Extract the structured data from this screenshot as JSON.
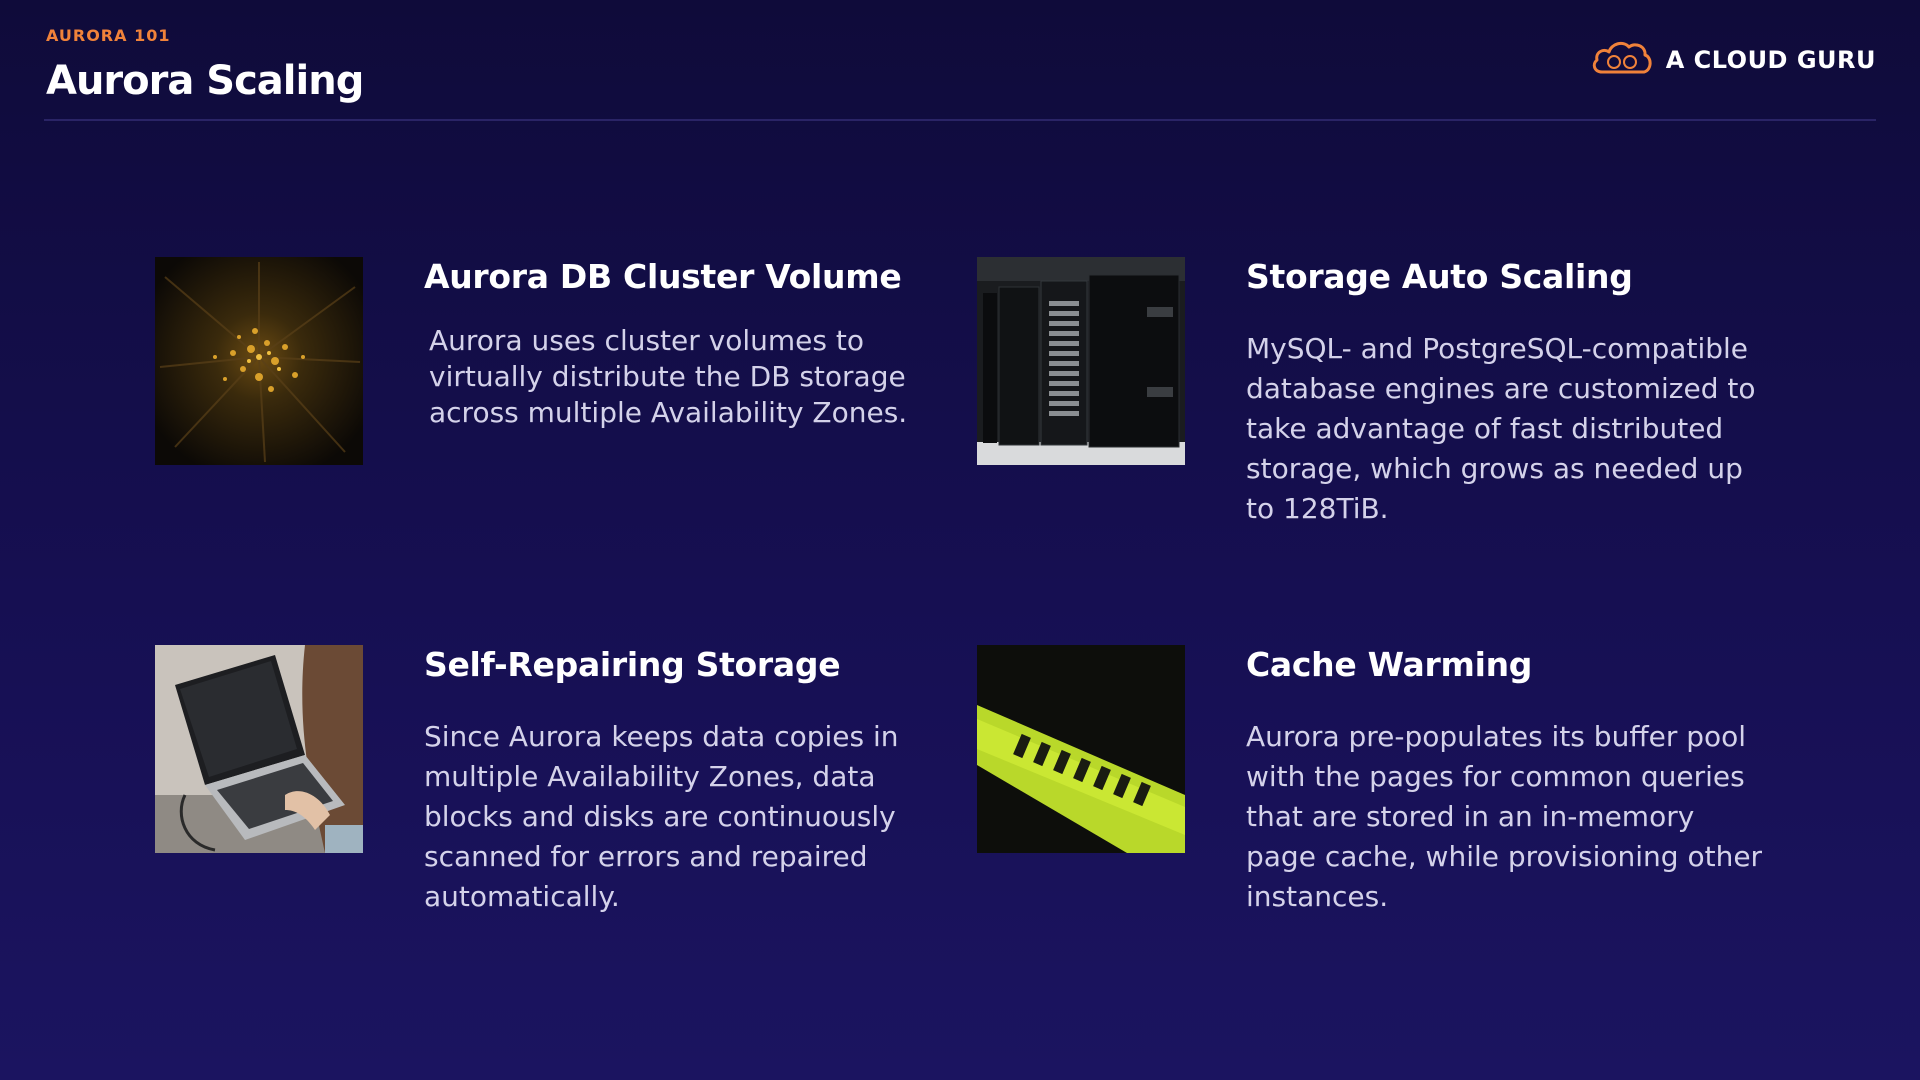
{
  "header": {
    "eyebrow": "AURORA 101",
    "title": "Aurora Scaling",
    "brand_name": "A CLOUD GURU"
  },
  "colors": {
    "accent": "#f0823a",
    "background": "#130d48",
    "body_text": "#d4d2ea"
  },
  "cards": [
    {
      "heading": "Aurora DB Cluster Volume",
      "body": "Aurora uses cluster volumes to virtually distribute the DB storage across multiple Availability Zones.",
      "image": "abstract-orange-particles"
    },
    {
      "heading": "Storage Auto Scaling",
      "body": "MySQL- and PostgreSQL-compatible database engines are customized to take advantage of fast distributed storage, which grows as needed up to 128TiB.",
      "image": "server-racks"
    },
    {
      "heading": "Self-Repairing Storage",
      "body": "Since Aurora keeps data copies in multiple Availability Zones, data blocks and disks are continuously scanned for errors and repaired automatically.",
      "image": "laptop-typing"
    },
    {
      "heading": "Cache Warming",
      "body": "Aurora pre-populates its buffer pool with the pages for common queries that are stored in an in-memory page cache, while provisioning other instances.",
      "image": "caution-tape"
    }
  ]
}
